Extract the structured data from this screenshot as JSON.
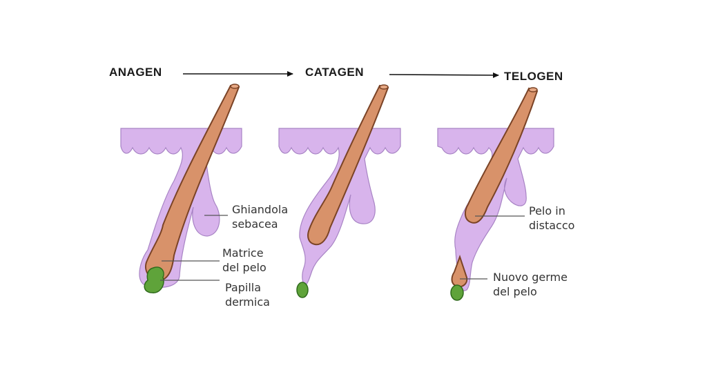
{
  "phases": {
    "anagen": "ANAGEN",
    "catagen": "CATAGEN",
    "telogen": "TELOGEN"
  },
  "labels": {
    "ghiandola_line1": "Ghiandola",
    "ghiandola_line2": "sebacea",
    "matrice_line1": "Matrice",
    "matrice_line2": "del pelo",
    "papilla_line1": "Papilla",
    "papilla_line2": "dermica",
    "distacco_line1": "Pelo in",
    "distacco_line2": "distacco",
    "germe_line1": "Nuovo germe",
    "germe_line2": "del pelo"
  },
  "colors": {
    "skin": "#d8b4ec",
    "skin_outline": "#a783c4",
    "hair": "#d8926a",
    "hair_outline": "#7a4326",
    "papilla": "#5fa33a",
    "papilla_outline": "#2f6a1c"
  }
}
